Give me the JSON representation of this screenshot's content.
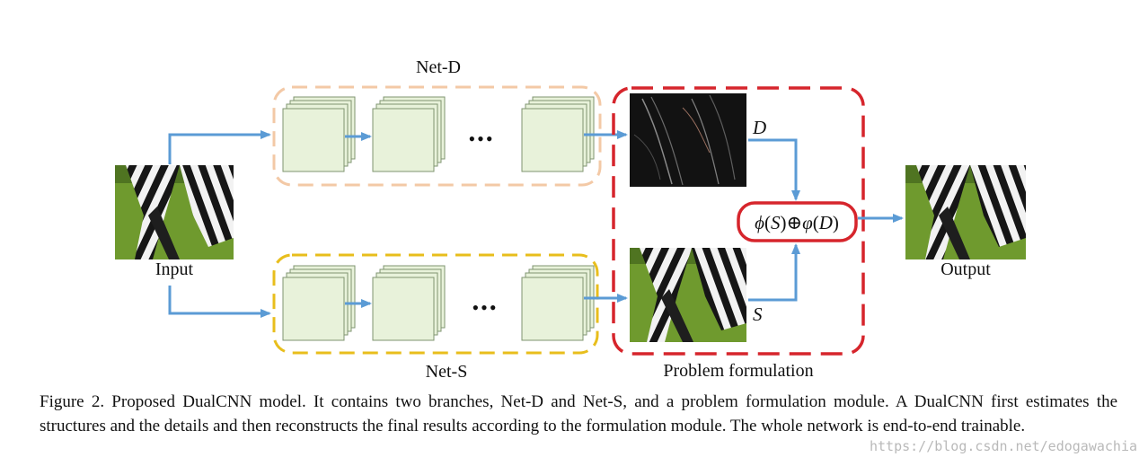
{
  "labels": {
    "net_d": "Net-D",
    "net_s": "Net-S",
    "input": "Input",
    "output": "Output",
    "problem_formulation": "Problem formulation",
    "d_symbol": "D",
    "s_symbol": "S",
    "ellipsis": "•••"
  },
  "formula": {
    "phi": "ϕ",
    "open1": "(",
    "s": "S",
    "close1": ")",
    "oplus": "⊕",
    "varphi": "φ",
    "open2": "(",
    "d": "D",
    "close2": ")"
  },
  "caption": "Figure 2. Proposed DualCNN model. It contains two branches, Net-D and Net-S, and a problem formulation module. A DualCNN first estimates the structures and the details and then reconstructs the final results according to the formulation module. The whole network is end-to-end trainable.",
  "watermark": "https://blog.csdn.net/edogawachia",
  "colors": {
    "arrow": "#5b9bd5",
    "net_d_border": "#f3c9a6",
    "net_s_border": "#e8be1c",
    "problem_border": "#d6252c",
    "layer_fill": "#e8f2da",
    "layer_stroke": "#7f9470",
    "grass": "#6f9a2e",
    "detail_bg": "#121212"
  }
}
